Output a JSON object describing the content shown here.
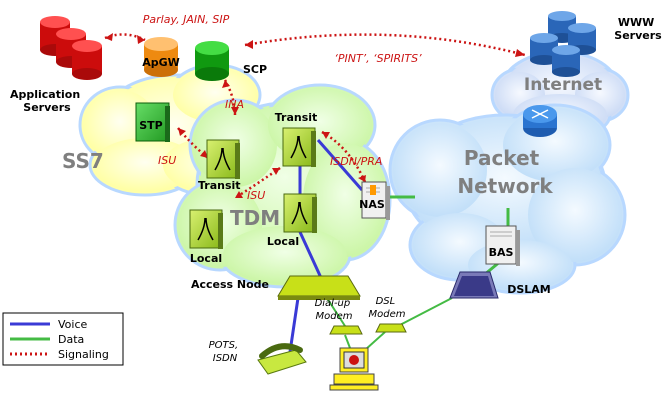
{
  "labels": {
    "app_servers": "Application\nServers",
    "apgw": "ApGW",
    "scp": "SCP",
    "www_servers": "WWW\nServers",
    "internet": "Internet",
    "stp": "STP",
    "ss7": "SS7",
    "transit_left": "Transit",
    "transit_top": "Transit",
    "tdm": "TDM",
    "local_left": "Local",
    "local_mid": "Local",
    "nas": "NAS",
    "packet_network": "Packet\nNetwork",
    "bas": "BAS",
    "access_node": "Access Node",
    "dslam": "DSLAM",
    "dialup_modem": "Dial-up\nModem",
    "dsl_modem": "DSL\nModem",
    "pots_isdn": "POTS,\nISDN"
  },
  "signaling_labels": {
    "parlay": "Parlay, JAIN, SIP",
    "pint": "‘PINT’, ‘SPIRITS’",
    "ina": "INA",
    "isu_left": "ISU",
    "isu_mid": "ISU",
    "isdn_pra": "ISDN/PRA"
  },
  "legend": {
    "items": [
      {
        "label": "Voice",
        "color": "#3a3ad6",
        "style": "solid"
      },
      {
        "label": "Data",
        "color": "#44bb44",
        "style": "solid"
      },
      {
        "label": "Signaling",
        "color": "#cc1414",
        "style": "dotted"
      }
    ]
  },
  "colors": {
    "voice": "#3a3ad6",
    "data": "#44bb44",
    "signaling": "#cc1414",
    "ss7_cloud": "#ffffc8",
    "tdm_cloud": "#ddffbb",
    "packet_cloud": "#dcefff",
    "internet_cloud": "#e8f0ff",
    "switch_green": "#b8e034",
    "app_server_red": "#dd1111",
    "apgw_orange": "#ff9922",
    "scp_green": "#11aa11",
    "www_blue": "#3377cc"
  }
}
